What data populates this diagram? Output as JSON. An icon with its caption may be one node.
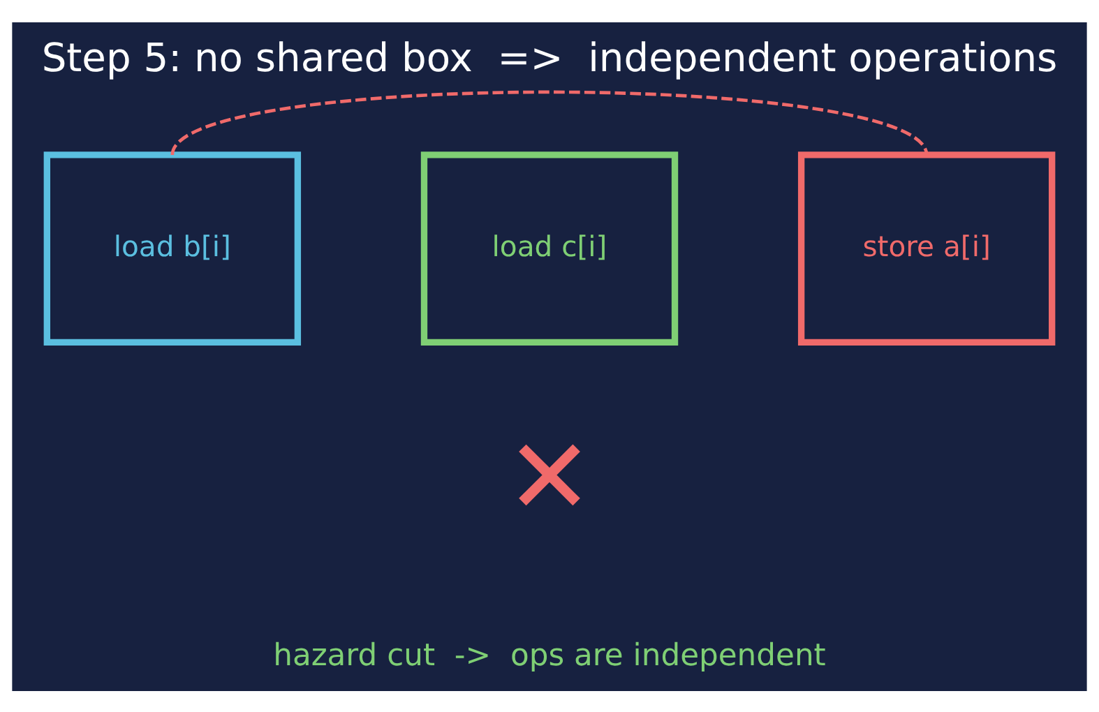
{
  "diagram": {
    "title": "Step 5: no shared box  =>  independent operations",
    "nodes": [
      {
        "text": [
          "load b[i]"
        ]
      },
      {
        "text": [
          "load c[i]"
        ]
      },
      {
        "text": [
          "store a[i]"
        ]
      }
    ],
    "edges": [
      {
        "from": 0,
        "to": 2,
        "arrow": "none",
        "style": "dashed",
        "color": "#f06a6a"
      }
    ],
    "labels": [
      "✕",
      "hazard cut  ->  ops are independent"
    ]
  }
}
